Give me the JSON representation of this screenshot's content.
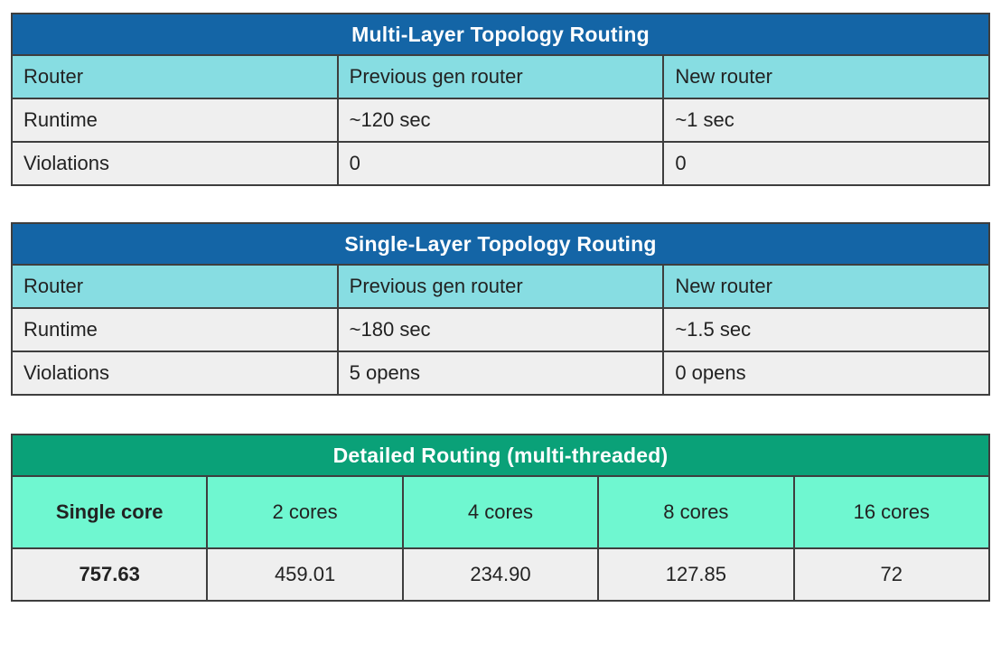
{
  "colors": {
    "blue_header": "#1465a6",
    "cyan_subheader": "#87dde2",
    "green_header": "#0aa178",
    "mint_subheader": "#6ff7d0",
    "row_background": "#efefef",
    "border": "#3e3e3e",
    "title_text": "#ffffff",
    "body_text": "#222222"
  },
  "tables": [
    {
      "title": "Multi-Layer Topology Routing",
      "columns": [
        "Router",
        "Previous gen router",
        "New router"
      ],
      "rows": [
        {
          "label": "Runtime",
          "values": [
            "~120 sec",
            "~1 sec"
          ]
        },
        {
          "label": "Violations",
          "values": [
            "0",
            "0"
          ]
        }
      ]
    },
    {
      "title": "Single-Layer Topology Routing",
      "columns": [
        "Router",
        "Previous gen router",
        "New router"
      ],
      "rows": [
        {
          "label": "Runtime",
          "values": [
            "~180 sec",
            "~1.5 sec"
          ]
        },
        {
          "label": "Violations",
          "values": [
            "5 opens",
            "0 opens"
          ]
        }
      ]
    },
    {
      "title": "Detailed Routing (multi-threaded)",
      "columns": [
        "Single core",
        "2 cores",
        "4 cores",
        "8 cores",
        "16 cores"
      ],
      "values": [
        "757.63",
        "459.01",
        "234.90",
        "127.85",
        "72"
      ]
    }
  ],
  "chart_data": [
    {
      "type": "table",
      "title": "Multi-Layer Topology Routing",
      "categories": [
        "Previous gen router",
        "New router"
      ],
      "series": [
        {
          "name": "Runtime",
          "values": [
            "~120 sec",
            "~1 sec"
          ]
        },
        {
          "name": "Violations",
          "values": [
            "0",
            "0"
          ]
        }
      ]
    },
    {
      "type": "table",
      "title": "Single-Layer Topology Routing",
      "categories": [
        "Previous gen router",
        "New router"
      ],
      "series": [
        {
          "name": "Runtime",
          "values": [
            "~180 sec",
            "~1.5 sec"
          ]
        },
        {
          "name": "Violations",
          "values": [
            "5 opens",
            "0 opens"
          ]
        }
      ]
    },
    {
      "type": "table",
      "title": "Detailed Routing (multi-threaded)",
      "categories": [
        "Single core",
        "2 cores",
        "4 cores",
        "8 cores",
        "16 cores"
      ],
      "values": [
        757.63,
        459.01,
        234.9,
        127.85,
        72
      ]
    }
  ]
}
